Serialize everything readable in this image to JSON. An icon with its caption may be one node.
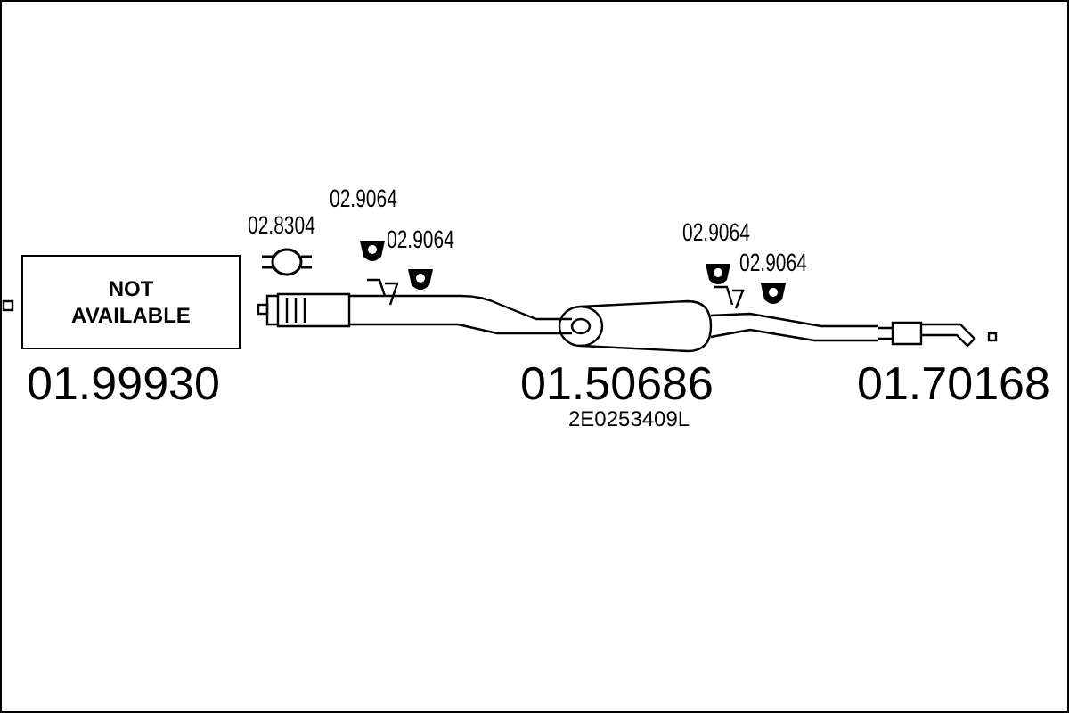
{
  "diagram": {
    "nodes": [
      {
        "text": [
          "NOT AVAILABLE"
        ]
      }
    ],
    "labels": [
      "02.8304",
      "02.9064",
      "02.9064",
      "02.9064",
      "02.9064",
      "01.99930",
      "01.50686",
      "01.70168",
      "2E0253409L"
    ]
  }
}
